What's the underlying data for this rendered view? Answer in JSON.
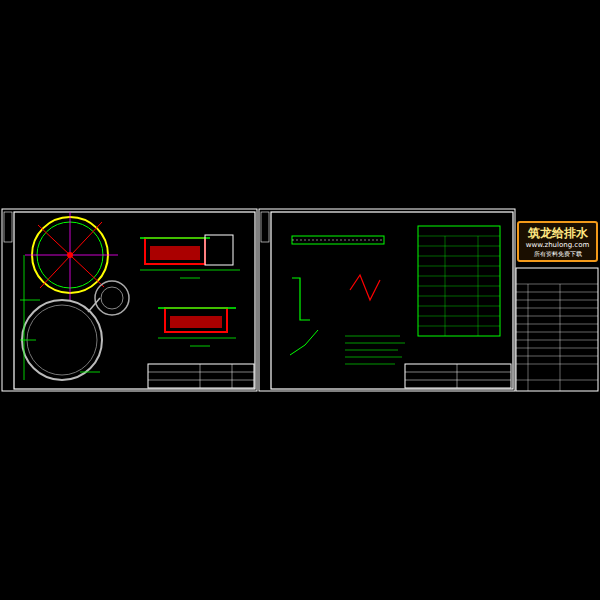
{
  "diagram": {
    "nodes": [
      {
        "text": [
          "筑龙给排水",
          "www.zhulong.com",
          "所有资料免费下载"
        ]
      }
    ]
  }
}
